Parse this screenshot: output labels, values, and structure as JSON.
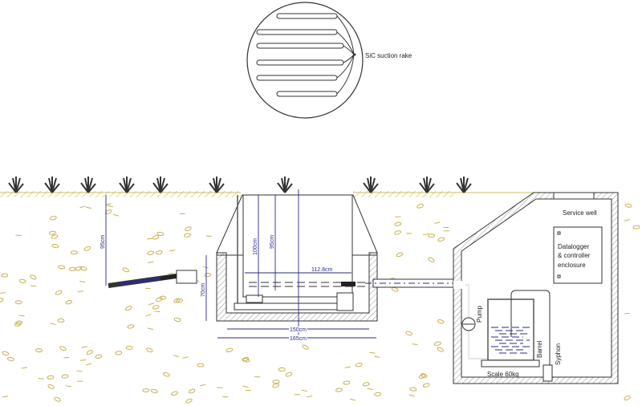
{
  "rake": {
    "label": "SiC suction rake"
  },
  "dimensions": {
    "lysimeter_depth": "95cm",
    "tank_height": "100cm",
    "rake_depth": "95cm",
    "tank_diameter": "112.8cm",
    "pit_height": "70cm",
    "pit_inner_width": "150cm",
    "pit_outer_width": "165cm"
  },
  "service_well": {
    "title": "Service well",
    "enclosure": [
      "Datalogger",
      "& controller",
      "enclosure"
    ],
    "pump": "Pump",
    "barrel": "Barrel",
    "syphon": "Syphon",
    "scale": "Scale 60kg"
  },
  "colors": {
    "dimension": "#2a2a8a",
    "soil": "#c9b04f",
    "grass": "#d6cf6a",
    "plant": "#333333"
  }
}
